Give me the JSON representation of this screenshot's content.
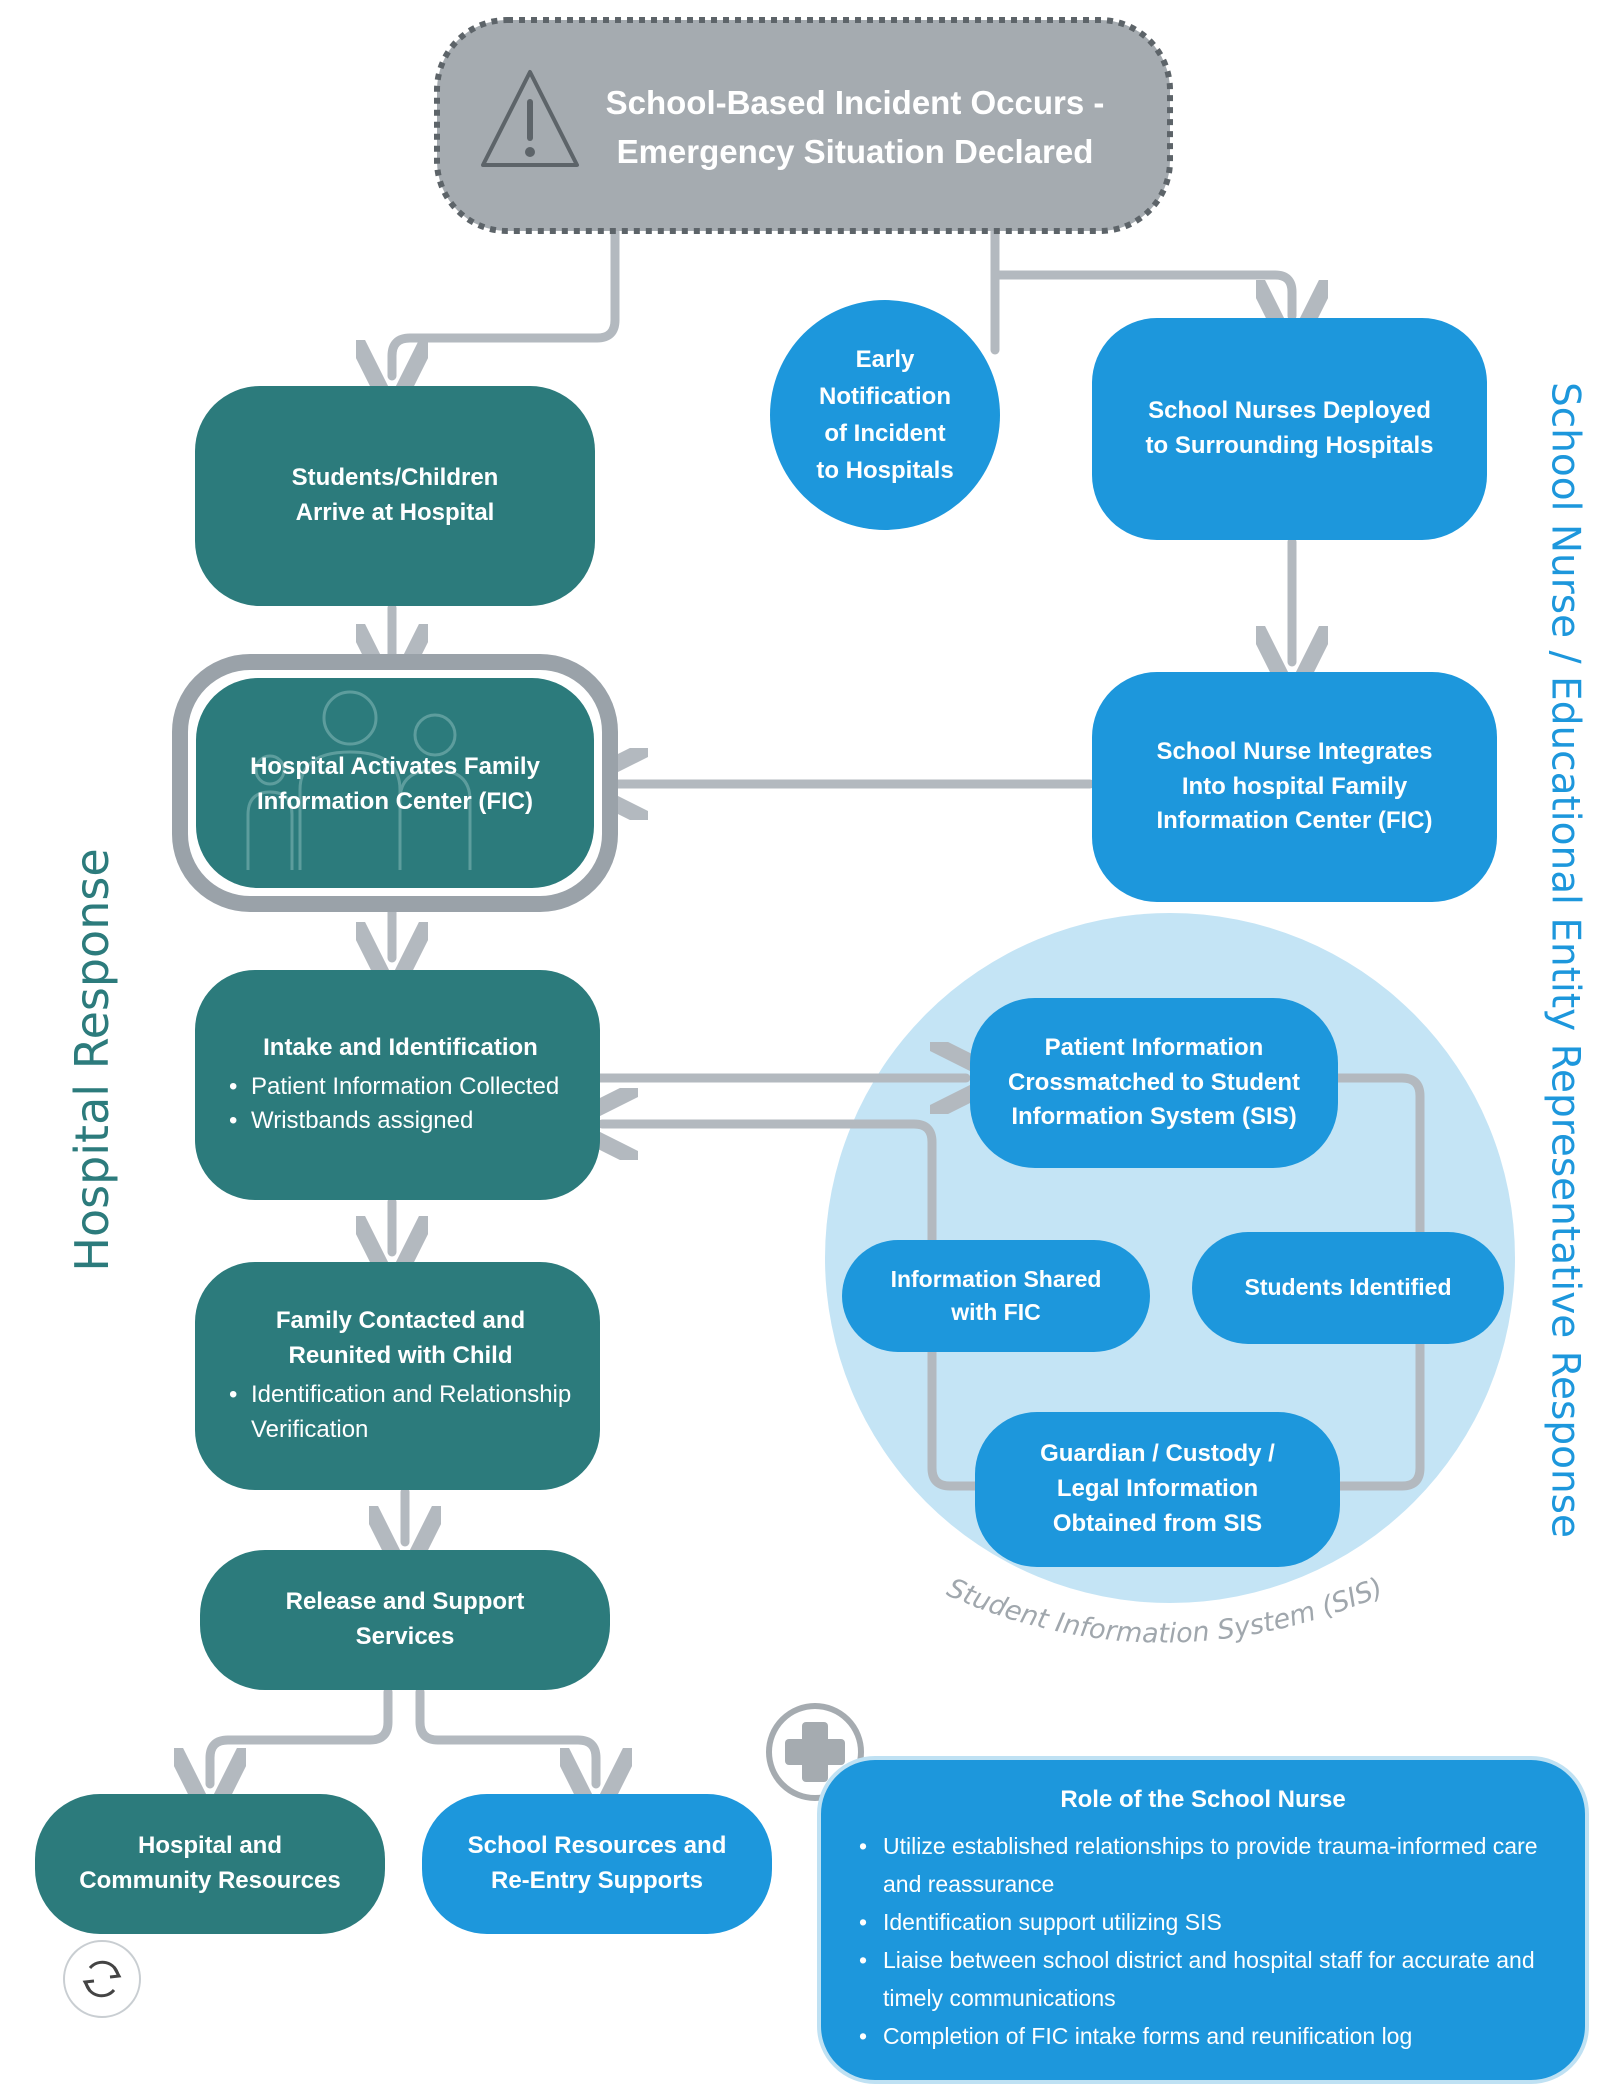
{
  "incident": {
    "line1": "School-Based Incident Occurs -",
    "line2": "Emergency Situation Declared",
    "icon": "warning-triangle-icon"
  },
  "early_notification": [
    "Early",
    "Notification",
    "of Incident",
    "to Hospitals"
  ],
  "nurses_deployed": [
    "School Nurses Deployed",
    "to Surrounding Hospitals"
  ],
  "students_arrive": [
    "Students/Children",
    "Arrive at Hospital"
  ],
  "fic_activate": [
    "Hospital Activates Family",
    "Information Center (FIC)"
  ],
  "nurse_integrates": [
    "School Nurse Integrates",
    "Into hospital Family",
    "Information Center (FIC)"
  ],
  "intake": {
    "title": "Intake and Identification",
    "bullets": [
      "Patient Information Collected",
      "Wristbands assigned"
    ]
  },
  "family": {
    "title": "Family Contacted and Reunited with Child",
    "bullets": [
      "Identification and Relationship Verification"
    ]
  },
  "release": [
    "Release and Support",
    "Services"
  ],
  "hospital_resources": [
    "Hospital and",
    "Community Resources"
  ],
  "school_resources": [
    "School Resources and",
    "Re-Entry Supports"
  ],
  "sis": {
    "crossmatch": [
      "Patient Information",
      "Crossmatched to Student",
      "Information System (SIS)"
    ],
    "shared": [
      "Information Shared",
      "with FIC"
    ],
    "identified": "Students Identified",
    "guardian": [
      "Guardian / Custody /",
      "Legal Information",
      "Obtained from SIS"
    ],
    "label": "Student Information System (SIS)"
  },
  "left_label": "Hospital Response",
  "right_label": "School Nurse / Educational Entity Representative Response",
  "role": {
    "title": "Role of the School Nurse",
    "items": [
      "Utilize established relationships to provide trauma-informed care and reassurance",
      "Identification support utilizing SIS",
      "Liaise between school district and hospital staff for accurate and timely communications",
      "Completion of FIC intake forms and reunification log"
    ]
  },
  "colors": {
    "teal": "#2c7b7c",
    "blue": "#1d97dc",
    "gray": "#9aa2a9",
    "light_blue": "#bfe1f3",
    "connector": "#b3b9bf"
  }
}
